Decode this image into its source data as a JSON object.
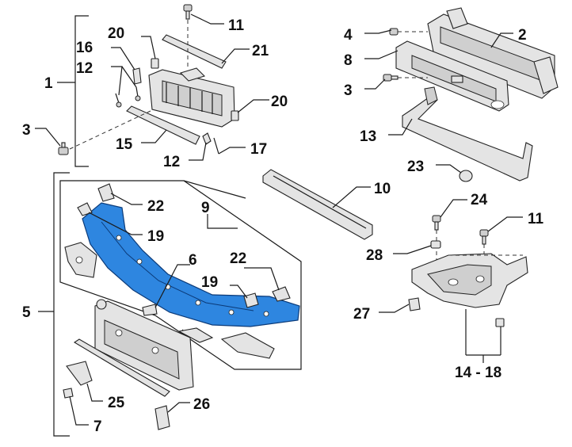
{
  "callouts": [
    {
      "id": "c1",
      "text": "1"
    },
    {
      "id": "c2",
      "text": "2"
    },
    {
      "id": "c3a",
      "text": "3"
    },
    {
      "id": "c3b",
      "text": "3"
    },
    {
      "id": "c4",
      "text": "4"
    },
    {
      "id": "c5",
      "text": "5"
    },
    {
      "id": "c6",
      "text": "6"
    },
    {
      "id": "c7",
      "text": "7"
    },
    {
      "id": "c8",
      "text": "8"
    },
    {
      "id": "c9",
      "text": "9"
    },
    {
      "id": "c10",
      "text": "10"
    },
    {
      "id": "c11a",
      "text": "11"
    },
    {
      "id": "c11b",
      "text": "11"
    },
    {
      "id": "c12a",
      "text": "12"
    },
    {
      "id": "c12b",
      "text": "12"
    },
    {
      "id": "c13",
      "text": "13"
    },
    {
      "id": "c1418",
      "text": "14 - 18"
    },
    {
      "id": "c15",
      "text": "15"
    },
    {
      "id": "c16",
      "text": "16"
    },
    {
      "id": "c17",
      "text": "17"
    },
    {
      "id": "c19a",
      "text": "19"
    },
    {
      "id": "c19b",
      "text": "19"
    },
    {
      "id": "c20a",
      "text": "20"
    },
    {
      "id": "c20b",
      "text": "20"
    },
    {
      "id": "c21",
      "text": "21"
    },
    {
      "id": "c22a",
      "text": "22"
    },
    {
      "id": "c22b",
      "text": "22"
    },
    {
      "id": "c23",
      "text": "23"
    },
    {
      "id": "c24",
      "text": "24"
    },
    {
      "id": "c25",
      "text": "25"
    },
    {
      "id": "c26",
      "text": "26"
    },
    {
      "id": "c27",
      "text": "27"
    },
    {
      "id": "c28",
      "text": "28"
    }
  ],
  "colors": {
    "highlight": "#2e86e0",
    "outline": "#0b3a78"
  }
}
